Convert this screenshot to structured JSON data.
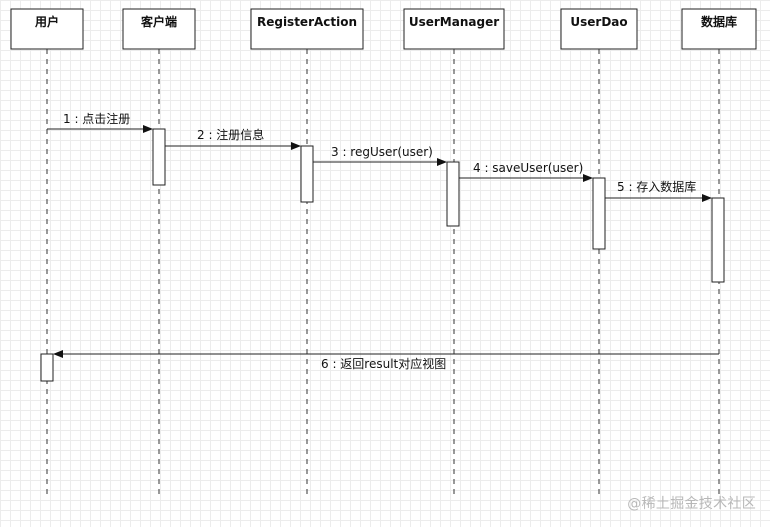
{
  "diagram": {
    "lifelines": [
      {
        "id": "user",
        "label": "用户"
      },
      {
        "id": "client",
        "label": "客户端"
      },
      {
        "id": "register_action",
        "label": "RegisterAction"
      },
      {
        "id": "user_manager",
        "label": "UserManager"
      },
      {
        "id": "user_dao",
        "label": "UserDao"
      },
      {
        "id": "database",
        "label": "数据库"
      }
    ],
    "messages": [
      {
        "from": "user",
        "to": "client",
        "label": "1 : 点击注册"
      },
      {
        "from": "client",
        "to": "register_action",
        "label": "2 : 注册信息"
      },
      {
        "from": "register_action",
        "to": "user_manager",
        "label": "3 : regUser(user)"
      },
      {
        "from": "user_manager",
        "to": "user_dao",
        "label": "4 : saveUser(user)"
      },
      {
        "from": "user_dao",
        "to": "database",
        "label": "5 : 存入数据库"
      },
      {
        "from": "database",
        "to": "user",
        "label": "6 : 返回result对应视图"
      }
    ]
  },
  "watermark": {
    "text": "@稀土掘金技术社区"
  },
  "colors": {
    "line": "#222222",
    "grid": "#ececec",
    "watermark": "#b8b8b8"
  }
}
